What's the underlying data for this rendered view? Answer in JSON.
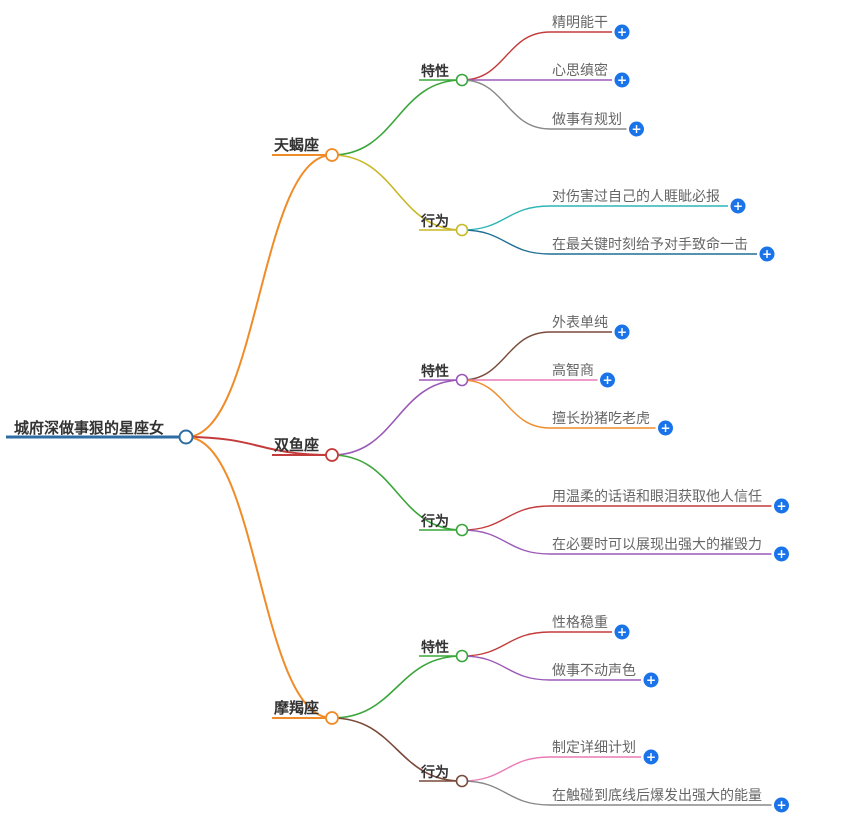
{
  "root": {
    "label": "城府深做事狠的星座女",
    "color": "#2e6da4"
  },
  "branches": [
    {
      "label": "天蝎座",
      "color": "#f08c28",
      "groups": [
        {
          "label": "特性",
          "color": "#3aa63a",
          "leaves": [
            {
              "text": "精明能干",
              "color": "#c43b3b"
            },
            {
              "text": "心思缜密",
              "color": "#9b59b6"
            },
            {
              "text": "做事有规划",
              "color": "#888888"
            }
          ]
        },
        {
          "label": "行为",
          "color": "#c8b828",
          "leaves": [
            {
              "text": "对伤害过自己的人睚眦必报",
              "color": "#2bb5b5"
            },
            {
              "text": "在最关键时刻给予对手致命一击",
              "color": "#1f6f94"
            }
          ]
        }
      ]
    },
    {
      "label": "双鱼座",
      "color": "#c43b3b",
      "groups": [
        {
          "label": "特性",
          "color": "#9b59b6",
          "leaves": [
            {
              "text": "外表单纯",
              "color": "#7a4a3a"
            },
            {
              "text": "高智商",
              "color": "#e97ab5"
            },
            {
              "text": "擅长扮猪吃老虎",
              "color": "#f08c28"
            }
          ]
        },
        {
          "label": "行为",
          "color": "#3aa63a",
          "leaves": [
            {
              "text": "用温柔的话语和眼泪获取他人信任",
              "color": "#c43b3b"
            },
            {
              "text": "在必要时可以展现出强大的摧毁力",
              "color": "#9b59b6"
            }
          ]
        }
      ]
    },
    {
      "label": "摩羯座",
      "color": "#f08c28",
      "groups": [
        {
          "label": "特性",
          "color": "#3aa63a",
          "leaves": [
            {
              "text": "性格稳重",
              "color": "#c43b3b"
            },
            {
              "text": "做事不动声色",
              "color": "#9b59b6"
            }
          ]
        },
        {
          "label": "行为",
          "color": "#7a4a3a",
          "leaves": [
            {
              "text": "制定详细计划",
              "color": "#e97ab5"
            },
            {
              "text": "在触碰到底线后爆发出强大的能量",
              "color": "#888888"
            }
          ]
        }
      ]
    }
  ],
  "ui": {
    "plus_glyph": "+",
    "plus_color": "#1a73e8",
    "expand_icon": "plus-circle-icon"
  }
}
